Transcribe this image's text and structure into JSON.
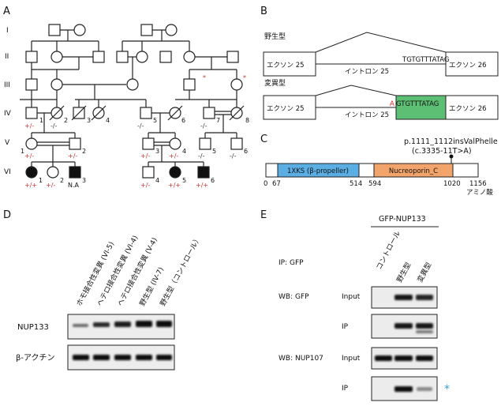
{
  "panels": {
    "A": {
      "letter": "A",
      "generations": [
        "I",
        "II",
        "III",
        "IV",
        "V",
        "VI"
      ],
      "ids": {
        "iv1": "1",
        "iv2": "2",
        "iv3": "3",
        "iv4": "4",
        "iv5": "5",
        "iv6": "6",
        "iv7": "7",
        "iv8": "8",
        "v1": "1",
        "v2": "2",
        "v3": "3",
        "v4": "4",
        "v5": "5",
        "v6": "6",
        "vi1": "1",
        "vi2": "2",
        "vi3": "3",
        "vi4": "4",
        "vi5": "5",
        "vi6": "6"
      },
      "genotypes": {
        "iv1": "+/-",
        "iv2": "-/-",
        "iv5": "-/-",
        "iv7": "-/-",
        "v1": "+/-",
        "v2": "+/-",
        "v3": "+/-",
        "v4": "+/-",
        "v5": "-/-",
        "v6": "-/-",
        "vi1": "+/+",
        "vi2": "+/-",
        "vi4": "+/-",
        "vi5": "+/+",
        "vi6": "+/+"
      },
      "na_label": "N.A",
      "marks": {
        "star": "*"
      }
    },
    "B": {
      "letter": "B",
      "wild_label": "野生型",
      "mutant_label": "変異型",
      "exon25": "エクソン 25",
      "exon26": "エクソン 26",
      "intron": "イントロン 25",
      "wt_seq": "TGTGTTTATAG",
      "mut_prefix": "A",
      "mut_seq": "GTGTTTATAG",
      "colors": {
        "insert": "#5cbf74",
        "mutation": "#e02020"
      }
    },
    "C": {
      "letter": "C",
      "variant": "p.1111_1112insValPhelle",
      "cdna": "(c.3335-11T>A)",
      "domain1": "1XKS (β-propeller)",
      "domain2": "Nucreoporin_C",
      "ticks": [
        "0",
        "67",
        "514",
        "594",
        "1020",
        "1156"
      ],
      "unit": "アミノ酸",
      "colors": {
        "domain1": "#5aaee3",
        "domain2": "#f2a46a"
      }
    },
    "D": {
      "letter": "D",
      "lanes": [
        "ホモ接合性変異 (VI-5)",
        "ヘテロ接合性変異 (VI-4)",
        "ヘテロ接合性変異 (V-4)",
        "野生型 (IV-7)",
        "野生型（コントロール）"
      ],
      "rows": [
        "NUP133",
        "β-アクチン"
      ]
    },
    "E": {
      "letter": "E",
      "header": "GFP-NUP133",
      "lanes": [
        "コントロール",
        "野生型",
        "変異型"
      ],
      "ip": "IP: GFP",
      "wb1": "WB: GFP",
      "wb2": "WB: NUP107",
      "row_input": "Input",
      "row_ip": "IP",
      "asterisk": "*",
      "colors": {
        "asterisk": "#3aa0d8"
      }
    }
  }
}
